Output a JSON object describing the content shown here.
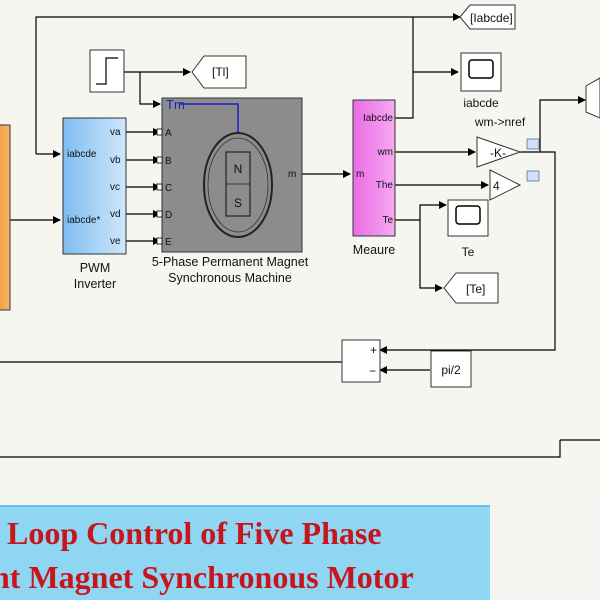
{
  "goto_tags": {
    "iabcde": "[Iabcde]",
    "tl": "[Tl]",
    "te": "[Te]"
  },
  "scopes": {
    "iabcde": "iabcde",
    "te": "Te"
  },
  "gain_label": "wm->nref",
  "gain_k": "-K-",
  "gain_4": "4",
  "constant": "pi/2",
  "sum_signs": [
    "+",
    "−"
  ],
  "inverter": {
    "ports_in": [
      "iabcde",
      "iabcde*"
    ],
    "ports_out": [
      "va",
      "vb",
      "vc",
      "vd",
      "ve"
    ],
    "name_line1": "PWM",
    "name_line2": "Inverter"
  },
  "machine": {
    "tm_port": "Tm",
    "ports_in": [
      "A",
      "B",
      "C",
      "D",
      "E"
    ],
    "port_out": "m",
    "rotor_n": "N",
    "rotor_s": "S",
    "name_line1": "5-Phase Permanent Magnet",
    "name_line2": "Synchronous Machine"
  },
  "measure": {
    "port_in": "m",
    "ports_out": [
      "Iabcde",
      "wm",
      "The",
      "Te"
    ],
    "name": "Meaure"
  },
  "banner": {
    "line1": "Loop Control of Five Phase",
    "line2": "nt Magnet Synchronous Motor"
  },
  "colors": {
    "background": "#f6f6f1",
    "inverter_fill": "#a9d3f5",
    "machine_fill": "#8c8c8c",
    "measure_fill": "#ee7fe9",
    "orange_block": "#f0a24a",
    "banner_fill": "#8ed6f2",
    "banner_text": "#c8141c",
    "tm_wire": "#1c1cc8"
  }
}
